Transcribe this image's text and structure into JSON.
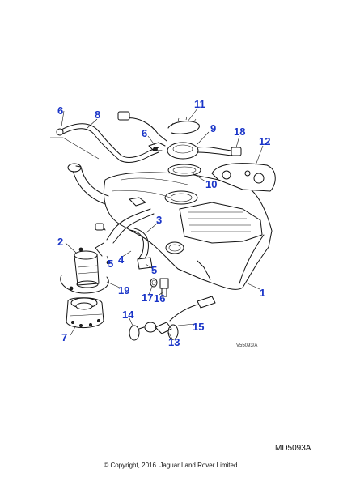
{
  "diagram": {
    "accent_color": "#1a35c8",
    "callouts": {
      "c1": "1",
      "c2": "2",
      "c3": "3",
      "c4": "4",
      "c5a": "5",
      "c5b": "5",
      "c6a": "6",
      "c6b": "6",
      "c7": "7",
      "c8": "8",
      "c9": "9",
      "c10": "10",
      "c11": "11",
      "c12": "12",
      "c13": "13",
      "c14": "14",
      "c15": "15",
      "c16": "16",
      "c17": "17",
      "c18": "18",
      "c19": "19"
    },
    "ref_code": "V55093/A",
    "diagram_id": "MD5093A",
    "copyright": "© Copyright, 2016. Jaguar Land Rover Limited."
  }
}
